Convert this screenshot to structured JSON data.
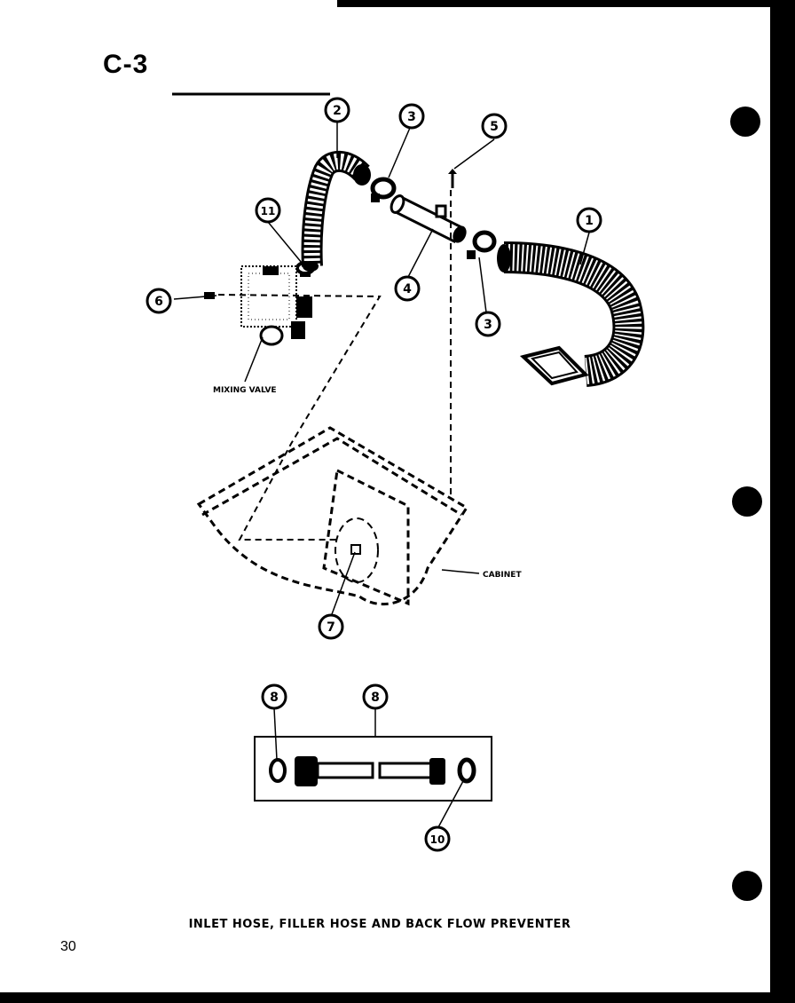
{
  "header": {
    "page_code": "C-3"
  },
  "diagram": {
    "title": "INLET HOSE, FILLER HOSE AND BACK FLOW PREVENTER",
    "labels": {
      "mixing_valve": "MIXING VALVE",
      "cabinet": "CABINET"
    },
    "callouts": [
      {
        "id": "callout-1",
        "text": "1"
      },
      {
        "id": "callout-2",
        "text": "2"
      },
      {
        "id": "callout-3-top",
        "text": "3"
      },
      {
        "id": "callout-3-bottom",
        "text": "3"
      },
      {
        "id": "callout-4",
        "text": "4"
      },
      {
        "id": "callout-5",
        "text": "5"
      },
      {
        "id": "callout-6",
        "text": "6"
      },
      {
        "id": "callout-7",
        "text": "7"
      },
      {
        "id": "callout-8-left",
        "text": "8"
      },
      {
        "id": "callout-8-right",
        "text": "8"
      },
      {
        "id": "callout-10",
        "text": "10"
      },
      {
        "id": "callout-11",
        "text": "11"
      }
    ]
  },
  "footer": {
    "page_number": "30"
  }
}
